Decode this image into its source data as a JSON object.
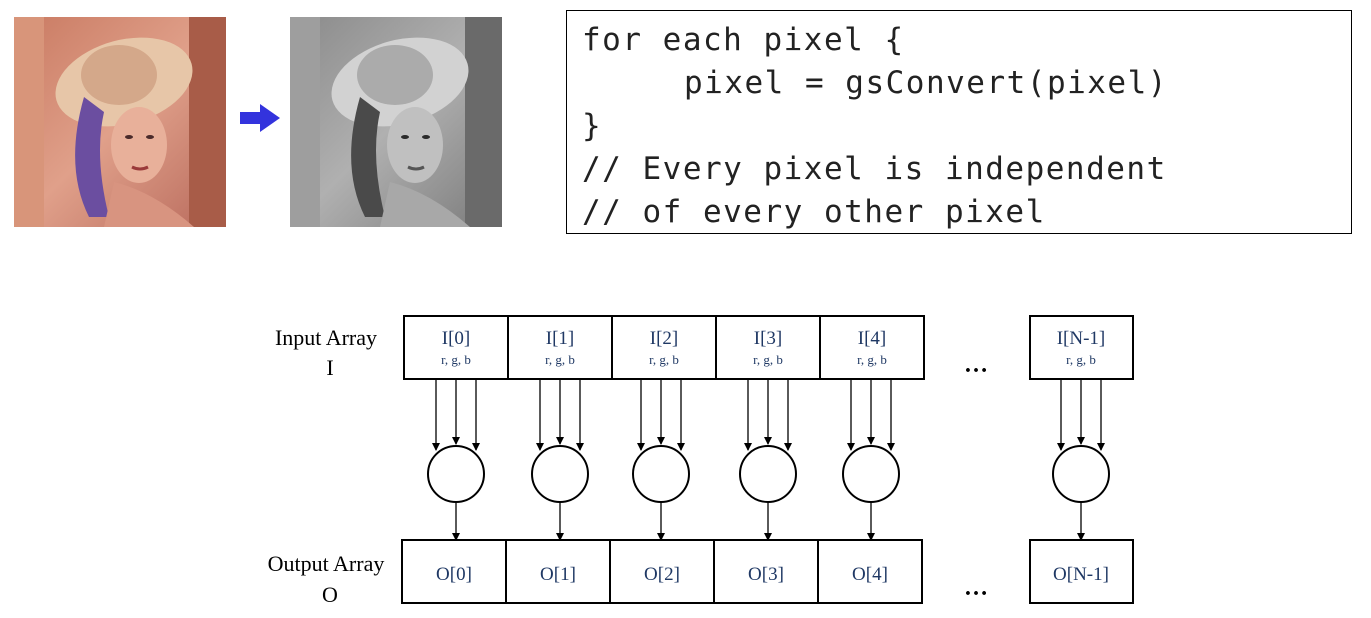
{
  "code": {
    "lines": [
      "for each pixel {",
      "pixel = gsConvert(pixel)",
      "}",
      "// Every pixel is independent",
      "// of every other pixel"
    ]
  },
  "images": {
    "color_photo": "color-portrait-photo",
    "gray_photo": "grayscale-portrait-photo",
    "arrow_color": "#3333dd"
  },
  "diagram": {
    "input_label": [
      "Input Array",
      "I"
    ],
    "output_label": [
      "Output Array",
      "O"
    ],
    "input_cells": [
      {
        "title": "I[0]",
        "sub": "r, g, b"
      },
      {
        "title": "I[1]",
        "sub": "r, g, b"
      },
      {
        "title": "I[2]",
        "sub": "r, g, b"
      },
      {
        "title": "I[3]",
        "sub": "r, g, b"
      },
      {
        "title": "I[4]",
        "sub": "r, g, b"
      },
      {
        "title": "I[N-1]",
        "sub": "r, g, b"
      }
    ],
    "output_cells": [
      "O[0]",
      "O[1]",
      "O[2]",
      "O[3]",
      "O[4]",
      "O[N-1]"
    ],
    "ellipsis": "…",
    "cell_text_color": "#1f3864"
  }
}
